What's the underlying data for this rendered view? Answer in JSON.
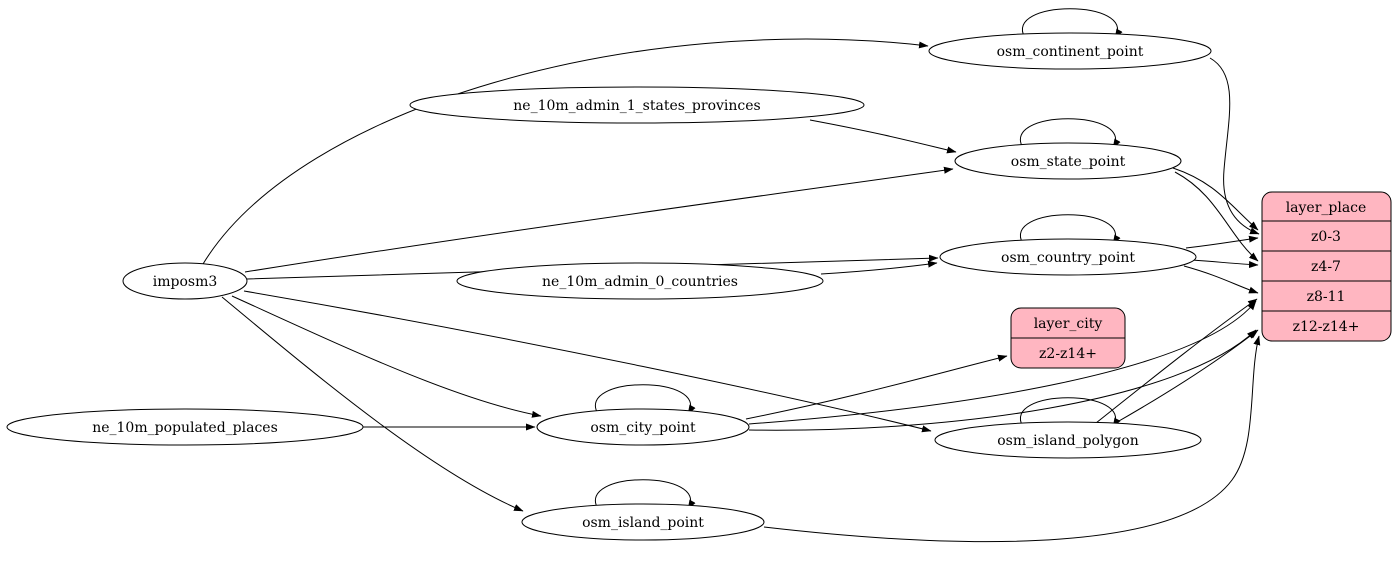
{
  "nodes": {
    "imposm3": "imposm3",
    "ne_10m_admin_1_states_provinces": "ne_10m_admin_1_states_provinces",
    "ne_10m_admin_0_countries": "ne_10m_admin_0_countries",
    "ne_10m_populated_places": "ne_10m_populated_places",
    "osm_continent_point": "osm_continent_point",
    "osm_state_point": "osm_state_point",
    "osm_country_point": "osm_country_point",
    "osm_city_point": "osm_city_point",
    "osm_island_polygon": "osm_island_polygon",
    "osm_island_point": "osm_island_point"
  },
  "records": {
    "layer_place": {
      "title": "layer_place",
      "rows": [
        "z0-3",
        "z4-7",
        "z8-11",
        "z12-z14+"
      ],
      "fill": "#ffb6c1"
    },
    "layer_city": {
      "title": "layer_city",
      "rows": [
        "z2-z14+"
      ],
      "fill": "#ffb6c1"
    }
  },
  "colors": {
    "node_fill": "#ffffff",
    "stroke": "#000000",
    "record_fill": "#ffb6c1"
  },
  "edges": [
    {
      "from": "imposm3",
      "to": "osm_continent_point"
    },
    {
      "from": "imposm3",
      "to": "osm_state_point"
    },
    {
      "from": "imposm3",
      "to": "osm_country_point"
    },
    {
      "from": "imposm3",
      "to": "osm_city_point"
    },
    {
      "from": "imposm3",
      "to": "osm_island_polygon"
    },
    {
      "from": "imposm3",
      "to": "osm_island_point"
    },
    {
      "from": "ne_10m_admin_1_states_provinces",
      "to": "osm_state_point"
    },
    {
      "from": "ne_10m_admin_0_countries",
      "to": "osm_country_point"
    },
    {
      "from": "ne_10m_populated_places",
      "to": "osm_city_point"
    },
    {
      "from": "osm_continent_point",
      "to": "osm_continent_point"
    },
    {
      "from": "osm_state_point",
      "to": "osm_state_point"
    },
    {
      "from": "osm_country_point",
      "to": "osm_country_point"
    },
    {
      "from": "osm_city_point",
      "to": "osm_city_point"
    },
    {
      "from": "osm_island_polygon",
      "to": "osm_island_polygon"
    },
    {
      "from": "osm_island_point",
      "to": "osm_island_point"
    },
    {
      "from": "osm_continent_point",
      "to": "layer_place:z0-3"
    },
    {
      "from": "osm_state_point",
      "to": "layer_place:z0-3"
    },
    {
      "from": "osm_state_point",
      "to": "layer_place:z4-7"
    },
    {
      "from": "osm_country_point",
      "to": "layer_place:z0-3"
    },
    {
      "from": "osm_country_point",
      "to": "layer_place:z4-7"
    },
    {
      "from": "osm_country_point",
      "to": "layer_place:z8-11"
    },
    {
      "from": "osm_city_point",
      "to": "layer_city:z2-z14+"
    },
    {
      "from": "osm_city_point",
      "to": "layer_place:z8-11"
    },
    {
      "from": "osm_city_point",
      "to": "layer_place:z12-z14+"
    },
    {
      "from": "osm_island_polygon",
      "to": "layer_place:z8-11"
    },
    {
      "from": "osm_island_polygon",
      "to": "layer_place:z12-z14+"
    },
    {
      "from": "osm_island_point",
      "to": "layer_place:z12-z14+"
    }
  ]
}
